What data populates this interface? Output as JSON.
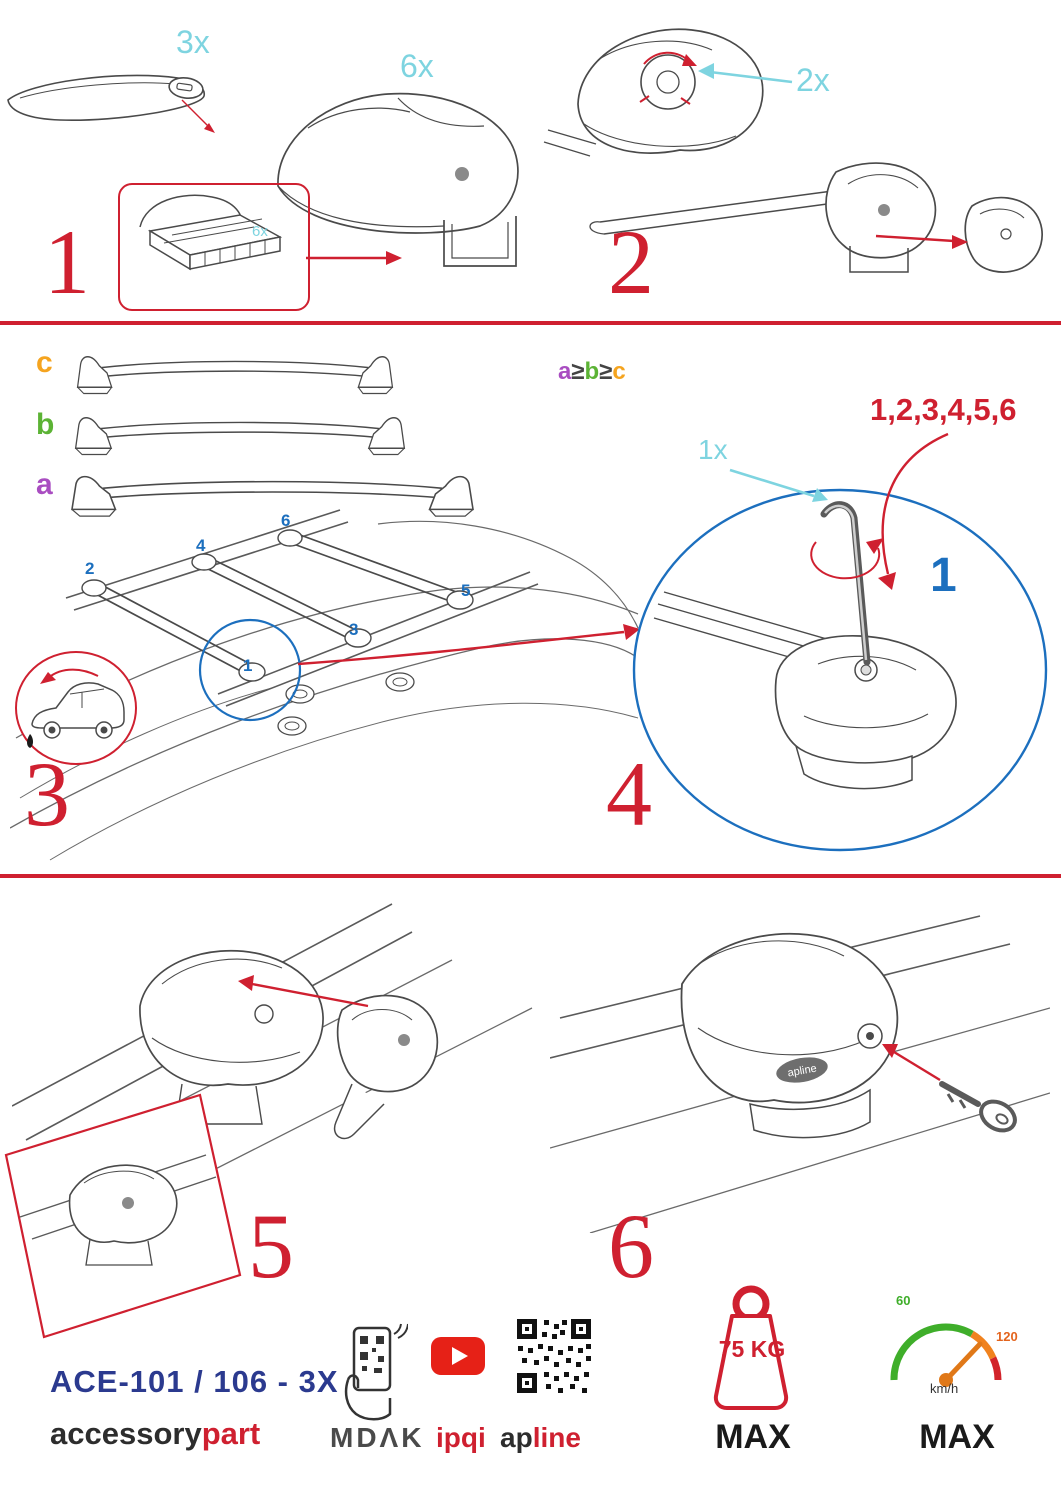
{
  "colors": {
    "red": "#cf2030",
    "cyan": "#7ed4e0",
    "blue": "#1c6fbe",
    "navy": "#2b3a8f",
    "purple": "#a94dc1",
    "green": "#5cb335",
    "orange": "#f5a41f",
    "line": "#4a4a4a"
  },
  "step1": {
    "number": "1",
    "bar_qty": "3x",
    "clamp_qty": "6x",
    "pad_qty": "6x"
  },
  "step2": {
    "number": "2",
    "knob_qty": "2x"
  },
  "step3": {
    "number": "3",
    "size_c": "c",
    "size_b": "b",
    "size_a": "a",
    "rule_a": "a",
    "rule_ge1": "≥",
    "rule_b": "b",
    "rule_ge2": "≥",
    "rule_c": "c",
    "pos1": "1",
    "pos2": "2",
    "pos3": "3",
    "pos4": "4",
    "pos5": "5",
    "pos6": "6"
  },
  "step4": {
    "number": "4",
    "key_qty": "1x",
    "sequence": "1,2,3,4,5,6",
    "first": "1"
  },
  "step5": {
    "number": "5"
  },
  "step6": {
    "number": "6"
  },
  "footer": {
    "model": "ACE-101 / 106 - 3X",
    "brand_left": "accessory",
    "brand_right": "part",
    "mdak": "MDΛK",
    "ipqi": "ipqi",
    "apline_left": "ap",
    "apline_right": "line",
    "weight_value": "75 KG",
    "weight_max": "MAX",
    "speed_low": "60",
    "speed_high": "120",
    "speed_unit": "km/h",
    "speed_max": "MAX"
  },
  "misc": {
    "foot_logo": "apline"
  }
}
